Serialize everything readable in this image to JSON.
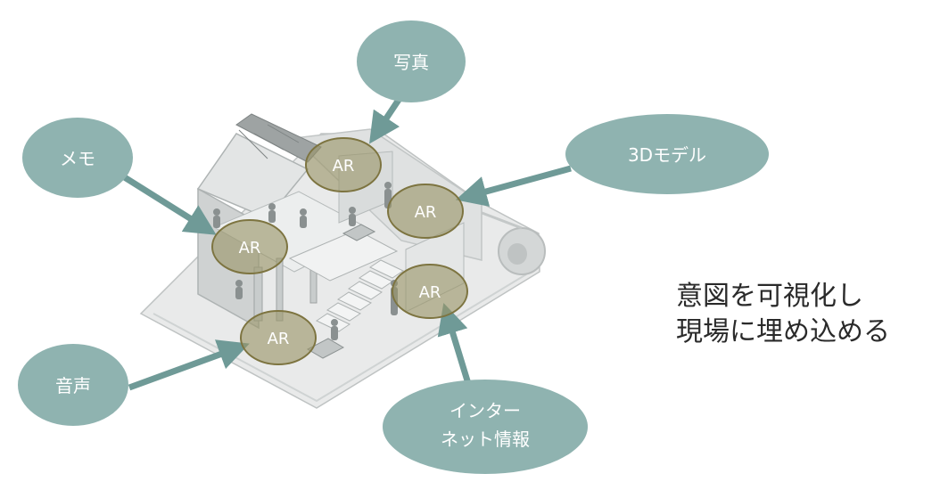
{
  "callouts": {
    "photo": "写真",
    "memo": "メモ",
    "model3d": "3Dモデル",
    "audio": "音声",
    "internet_line1": "インター",
    "internet_line2": "ネット情報"
  },
  "ar_marker_label": "AR",
  "caption": {
    "line1": "意図を可視化し",
    "line2": "現場に埋め込める"
  },
  "colors": {
    "bubble": "#8fb3b0",
    "arrow": "#6f9a97",
    "ar_fill": "#9a9468",
    "ar_stroke": "#7d7440"
  }
}
